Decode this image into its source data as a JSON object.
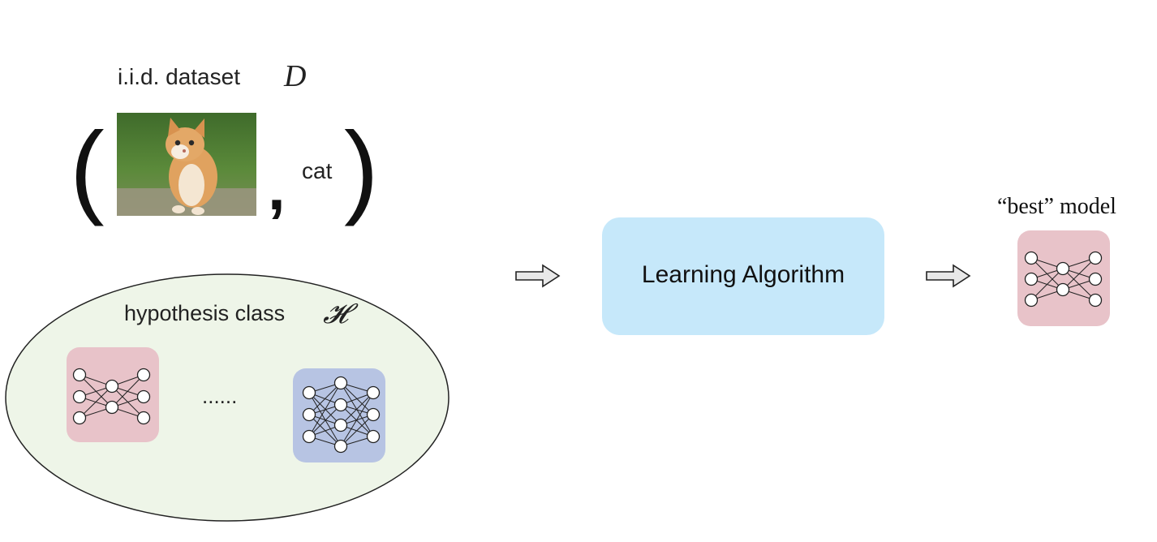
{
  "dataset": {
    "label": "i.i.d. dataset",
    "symbol": "D",
    "open_paren": "(",
    "comma": ",",
    "sample_label": "cat",
    "close_paren": ")",
    "image_subject": "kitten-photo"
  },
  "hypothesis": {
    "label": "hypothesis class",
    "symbol": "𝓗",
    "ellipsis": "......",
    "fill_color": "#eef5e8",
    "networks": [
      {
        "name": "small-network",
        "color": "#e8c3c9"
      },
      {
        "name": "large-network",
        "color": "#b7c4e3"
      }
    ]
  },
  "algorithm": {
    "label": "Learning Algorithm",
    "fill_color": "#c6e8fa"
  },
  "output": {
    "label": "“best” model",
    "network_color": "#e8c3c9"
  },
  "arrows": {
    "fill_color": "#e8e8e8"
  }
}
